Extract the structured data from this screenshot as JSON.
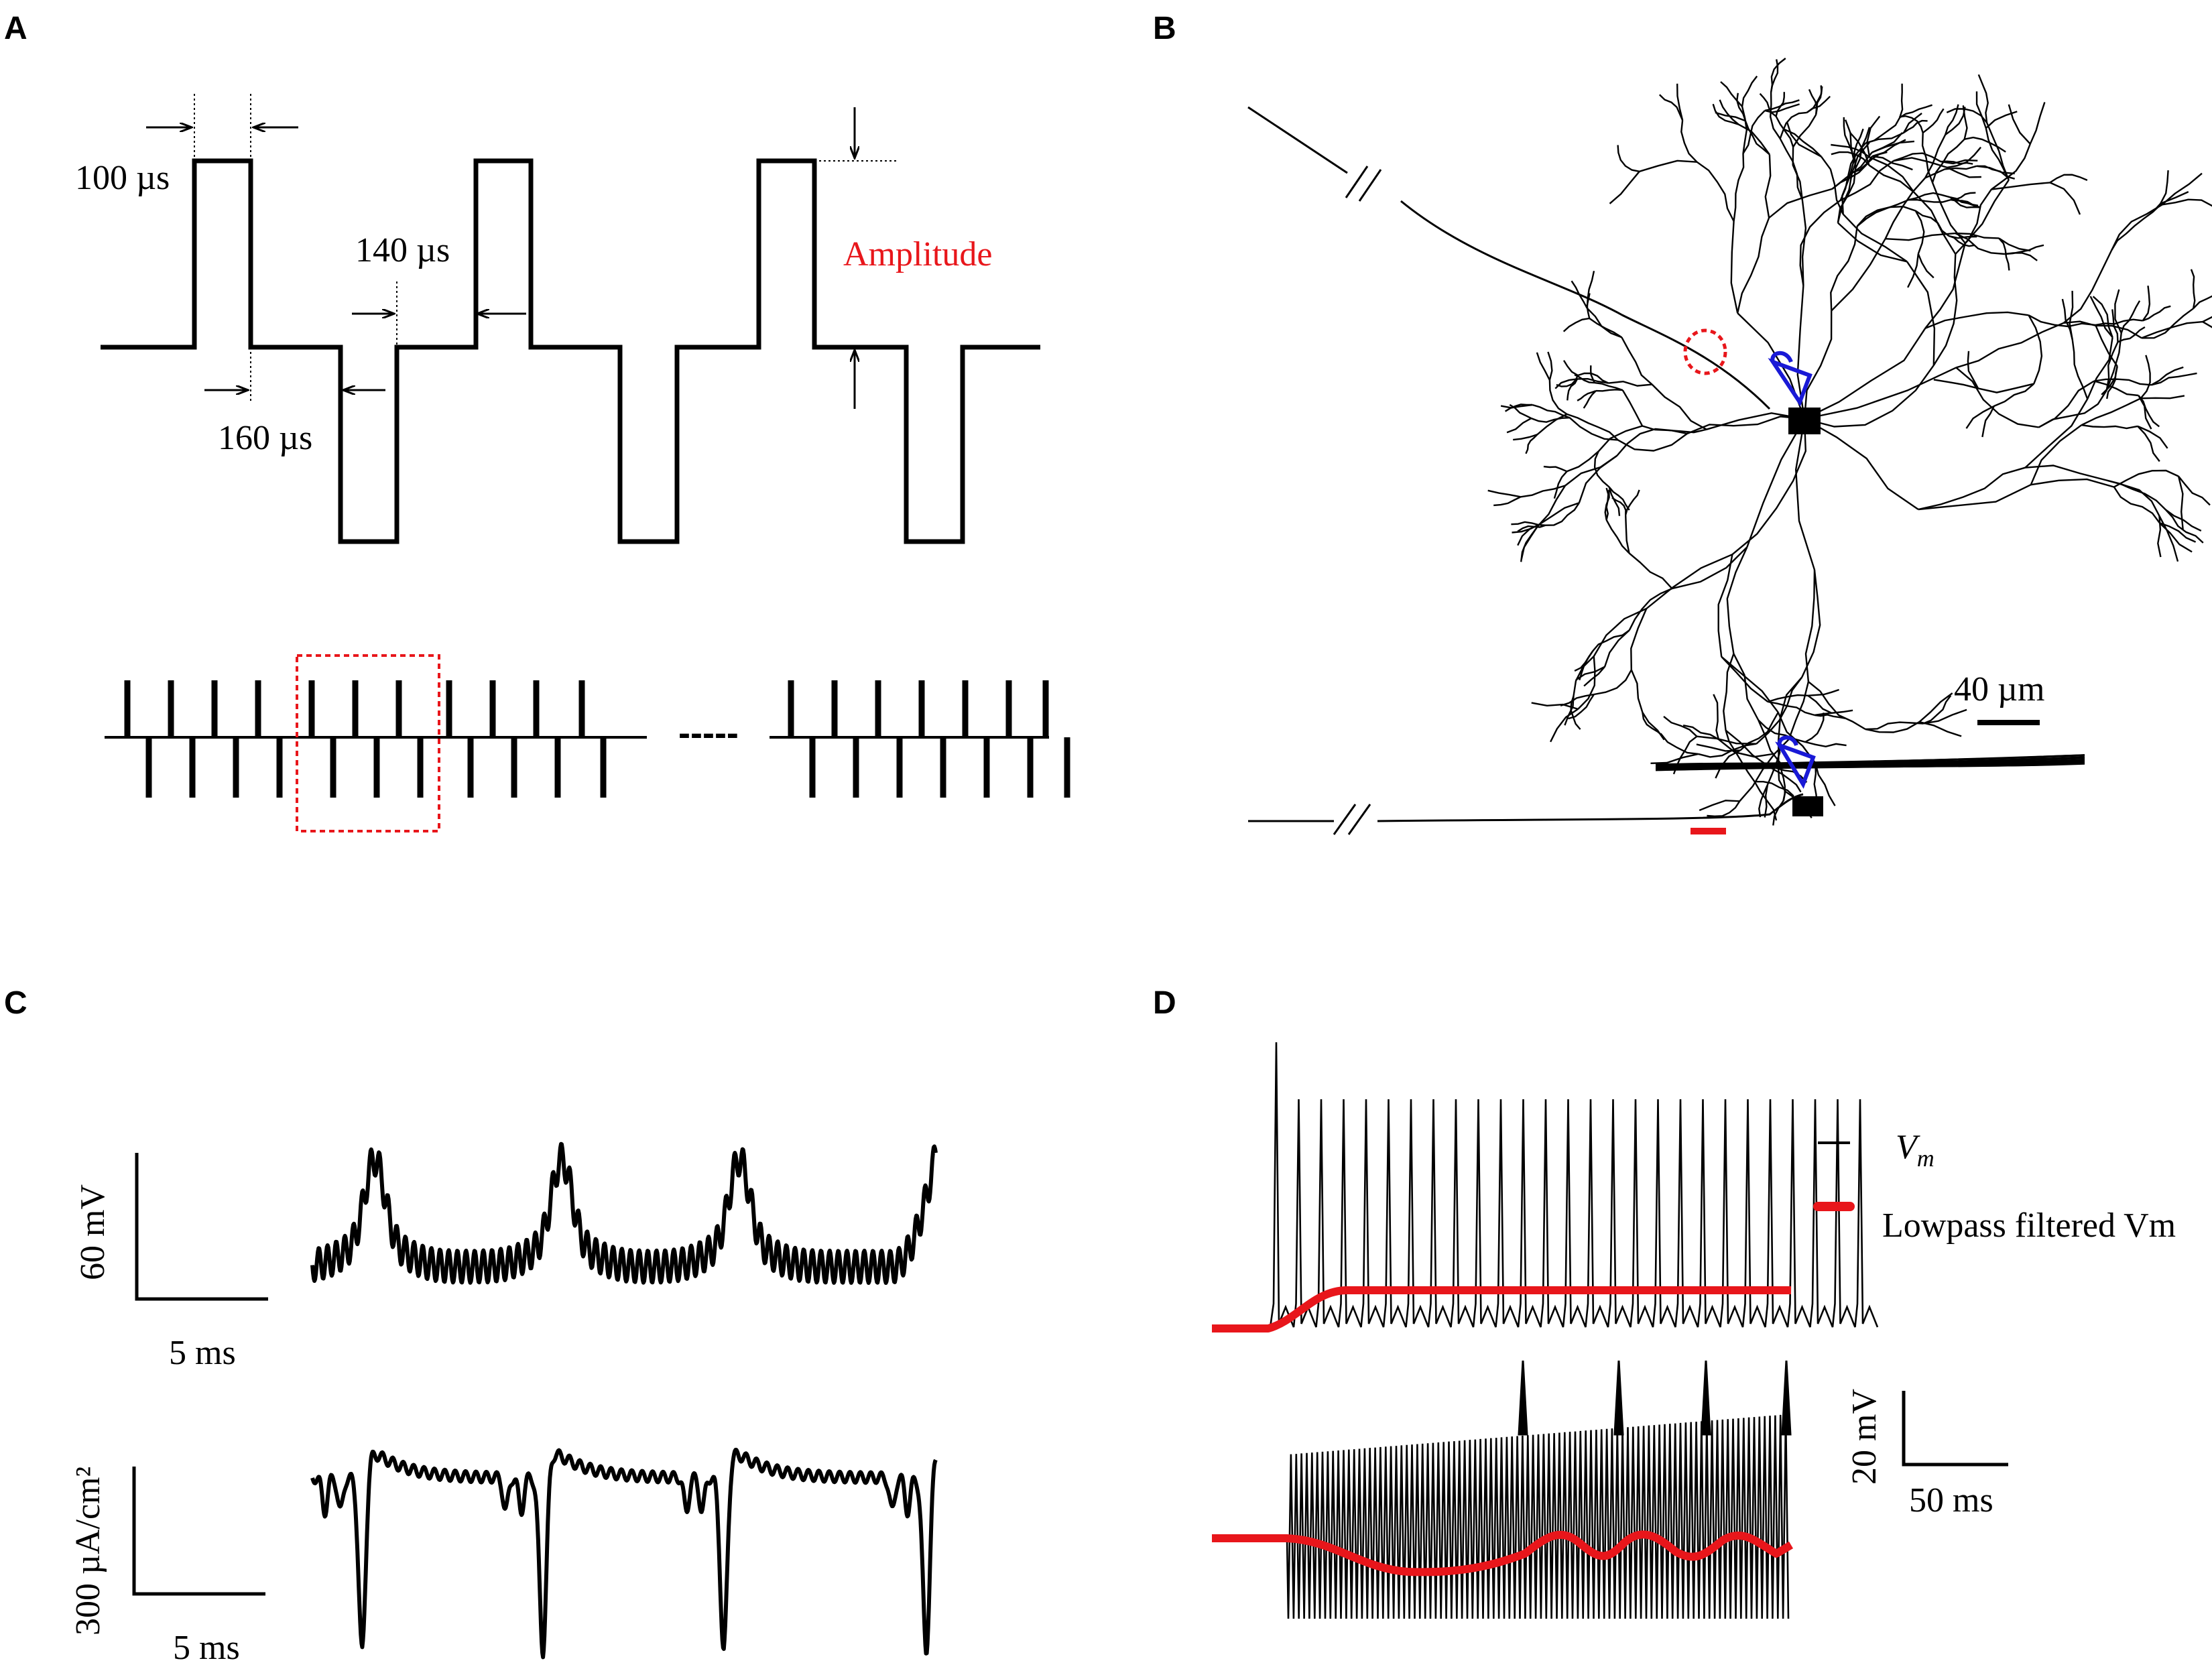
{
  "panels": {
    "A": {
      "label": "A",
      "pulse_width_label": "100 µs",
      "gap_width_label": "140 µs",
      "interphase_label": "160 µs",
      "amplitude_label": "Amplitude",
      "ellipsis": "-----"
    },
    "B": {
      "label": "B",
      "scale_label": "40 µm"
    },
    "C": {
      "label": "C",
      "voltage_scale_label": "60 mV",
      "time_scale_label_top": "5 ms",
      "current_scale_label": "300 µA/cm²",
      "time_scale_label_bottom": "5 ms"
    },
    "D": {
      "label": "D",
      "legend_vm": "Vm",
      "legend_filtered": "Lowpass filtered Vm",
      "voltage_scale_label": "20 mV",
      "time_scale_label": "50 ms"
    }
  },
  "colors": {
    "trace": "#000000",
    "highlight": "#e8161b",
    "electrode": "#1919d6"
  }
}
